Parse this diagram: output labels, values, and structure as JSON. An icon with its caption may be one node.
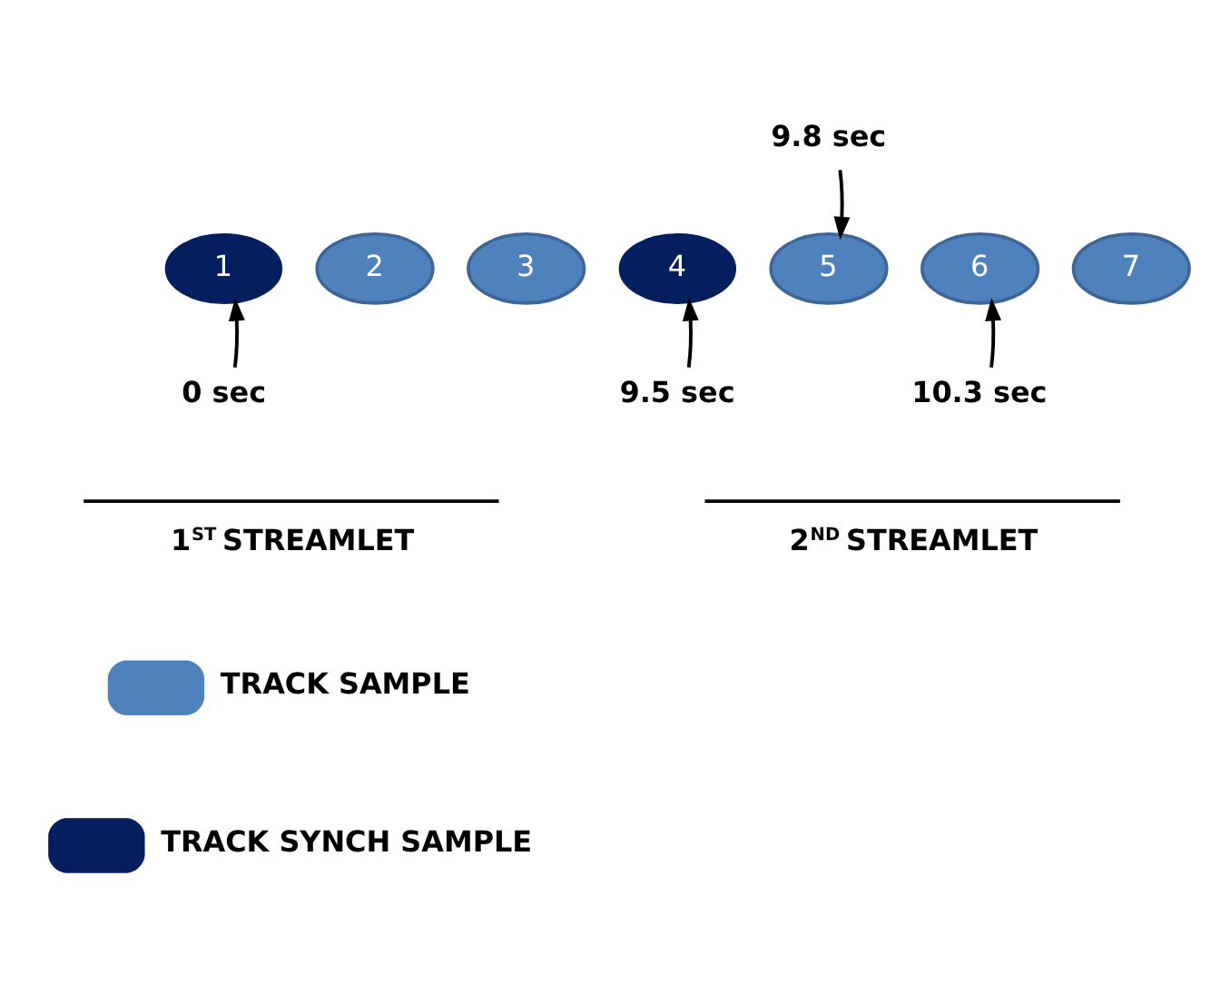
{
  "diagram": {
    "nodes": [
      {
        "text": [
          "1"
        ]
      },
      {
        "text": [
          "2"
        ]
      },
      {
        "text": [
          "3"
        ]
      },
      {
        "text": [
          "4"
        ]
      },
      {
        "text": [
          "5"
        ]
      },
      {
        "text": [
          "6"
        ]
      },
      {
        "text": [
          "7"
        ]
      },
      {
        "text": [
          "0 sec"
        ]
      },
      {
        "text": [
          "9.5 sec"
        ]
      },
      {
        "text": [
          "9.8 sec"
        ]
      },
      {
        "text": [
          "10.3 sec"
        ]
      }
    ],
    "edges": [
      {
        "from": 7,
        "to": 0,
        "arrow": "to"
      },
      {
        "from": 8,
        "to": 3,
        "arrow": "to"
      },
      {
        "from": 9,
        "to": 4,
        "arrow": "to"
      },
      {
        "from": 10,
        "to": 5,
        "arrow": "to"
      }
    ],
    "labels": [
      "1$^{ST}$ STREAMLET",
      "2$^{ND}$ STREAMLET"
    ],
    "legend": [
      {
        "text": "TRACK SAMPLE",
        "color": "#4f81bd"
      },
      {
        "text": "TRACK SYNCH SAMPLE",
        "color": "#041e5e"
      }
    ]
  }
}
